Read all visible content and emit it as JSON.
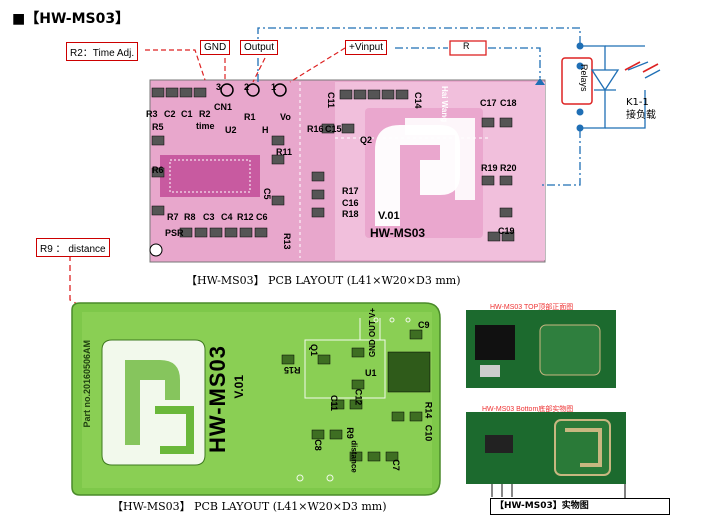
{
  "header": {
    "title": "■【HW-MS03】"
  },
  "callouts": {
    "r2": "R2：Time Adj.",
    "gnd": "GND",
    "output": "Output",
    "vinput": "+Vinput",
    "r9": "R9 ： distance",
    "resistor": "R",
    "relay": "Relays",
    "load": "K1-1\n接负载"
  },
  "pcb_top": {
    "board_name": "HW-MS03",
    "version": "V.01",
    "brand": "Hai Wang",
    "components": [
      "R3",
      "C2",
      "C1",
      "R2",
      "time",
      "R5",
      "R6",
      "R7",
      "R8",
      "C3",
      "C4",
      "R12",
      "C6",
      "R11",
      "C5",
      "R13",
      "PSR",
      "CN1",
      "U2",
      "R1",
      "H",
      "Vo",
      "C11",
      "C14",
      "R16",
      "C15",
      "Q2",
      "R17",
      "C16",
      "R18",
      "C17",
      "C18",
      "R19",
      "R20",
      "C19",
      "3",
      "2",
      "1"
    ],
    "caption": "【HW-MS03】 PCB        LAYOUT (L41×W20×D3 mm)"
  },
  "pcb_bottom": {
    "board_name": "HW-MS03",
    "version": "V.01",
    "part_no": "Part no.20160506AM",
    "pins": "GND OUT V+",
    "components": [
      "C9",
      "R15",
      "Q1",
      "U1",
      "C12",
      "C8",
      "R14",
      "C10",
      "C11",
      "R9",
      "distance",
      "C7"
    ],
    "caption": "【HW-MS03】 PCB        LAYOUT (L41×W20×D3 mm)"
  },
  "photos": {
    "top_title": "HW-MS03 TOP顶部正面图",
    "bottom_title": "HW-MS03 Bottom底部实物图",
    "caption": "【HW-MS03】实物图"
  }
}
